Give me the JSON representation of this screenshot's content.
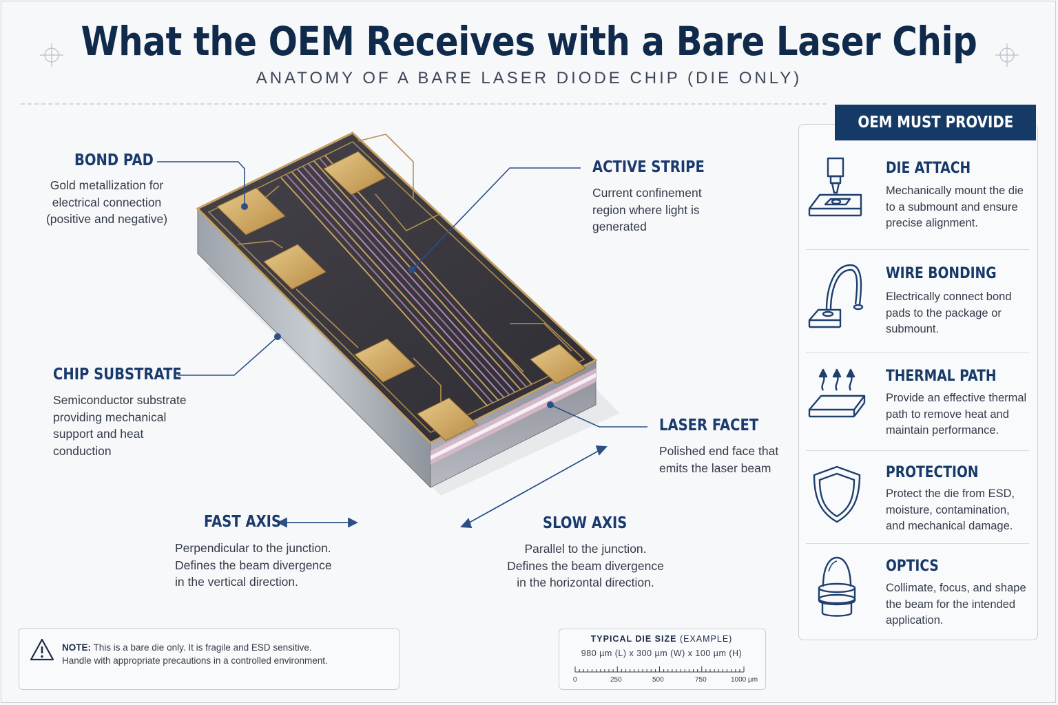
{
  "header": {
    "title": "What the OEM Receives with a Bare Laser Chip",
    "subtitle": "ANATOMY OF A BARE LASER DIODE CHIP (DIE ONLY)"
  },
  "callouts": {
    "bond_pad": {
      "label": "BOND PAD",
      "lines": [
        "Gold metallization for",
        "electrical connection",
        "(positive and negative)"
      ]
    },
    "active_stripe": {
      "label": "ACTIVE STRIPE",
      "lines": [
        "Current confinement",
        "region where light is",
        "generated"
      ]
    },
    "chip_substrate": {
      "label": "CHIP SUBSTRATE",
      "lines": [
        "Semiconductor substrate",
        "providing mechanical",
        "support and heat",
        "conduction"
      ]
    },
    "laser_facet": {
      "label": "LASER FACET",
      "lines": [
        "Polished end face that",
        "emits the laser beam"
      ]
    },
    "fast_axis": {
      "label": "FAST AXIS",
      "lines": [
        "Perpendicular to the junction.",
        "Defines the beam divergence",
        "in the vertical direction."
      ]
    },
    "slow_axis": {
      "label": "SLOW AXIS",
      "lines": [
        "Parallel to the junction.",
        "Defines the beam divergence",
        "in the horizontal direction."
      ]
    }
  },
  "panel": {
    "heading": "OEM MUST PROVIDE",
    "items": [
      {
        "title": "DIE ATTACH",
        "icon": "die-attach-icon",
        "lines": [
          "Mechanically mount the die",
          "to a submount and ensure",
          "precise alignment."
        ]
      },
      {
        "title": "WIRE BONDING",
        "icon": "wire-bond-icon",
        "lines": [
          "Electrically connect bond",
          "pads to the package or",
          "submount."
        ]
      },
      {
        "title": "THERMAL PATH",
        "icon": "heat-icon",
        "lines": [
          "Provide an effective thermal",
          "path to remove heat and",
          "maintain performance."
        ]
      },
      {
        "title": "PROTECTION",
        "icon": "shield-icon",
        "lines": [
          "Protect the die from ESD,",
          "moisture, contamination,",
          "and mechanical damage."
        ]
      },
      {
        "title": "OPTICS",
        "icon": "lens-icon",
        "lines": [
          "Collimate, focus, and shape",
          "the beam for the intended",
          "application."
        ]
      }
    ]
  },
  "note": {
    "label": "NOTE:",
    "line1": "This is a bare die only. It is fragile and ESD sensitive.",
    "line2": "Handle with appropriate precautions in a controlled environment."
  },
  "die_size": {
    "title": "TYPICAL DIE SIZE",
    "title_suffix": "(EXAMPLE)",
    "dims": "980 µm (L) x 300 µm (W) x 100 µm (H)",
    "scale_ticks": [
      "0",
      "250",
      "500",
      "750",
      "1000 µm"
    ]
  },
  "colors": {
    "navy": "#163a66",
    "label_blue": "#1a3a6e",
    "gold": "#c9a05a",
    "die_dark": "#3a3a40"
  }
}
